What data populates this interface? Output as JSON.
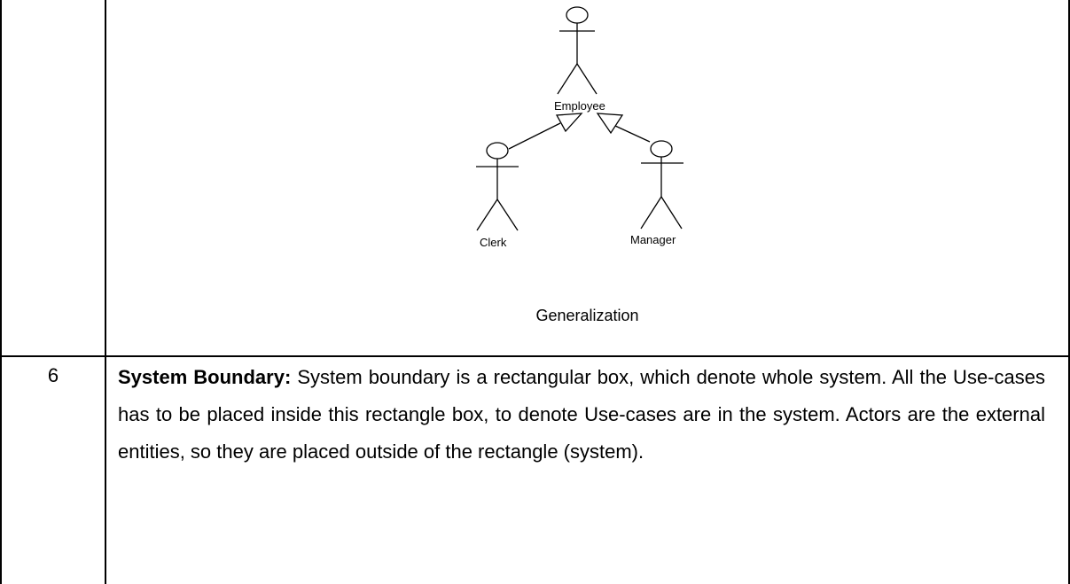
{
  "diagram": {
    "actors": {
      "employee": "Employee",
      "clerk": "Clerk",
      "manager": "Manager"
    },
    "caption": "Generalization"
  },
  "row6": {
    "number": "6",
    "term": "System Boundary:",
    "lines": [
      "System boundary is a rectangular box, which denote",
      "whole system. All the Use-cases has to be placed inside this rectangle box,",
      "to denote Use-cases are in the system. Actors are the external entities, so",
      "they are placed outside of the rectangle (system)."
    ]
  }
}
